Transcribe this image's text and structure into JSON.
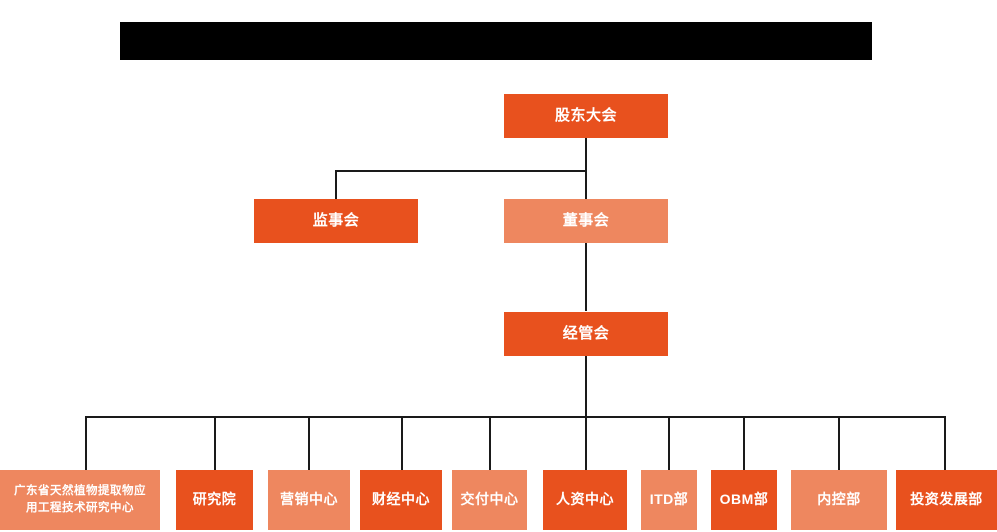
{
  "chart": {
    "type": "org-chart",
    "title_bar": {
      "name": "header-banner",
      "text": "",
      "color": "#000000"
    },
    "colors": {
      "dark_orange": "#e8511e",
      "light_orange": "#ee875f",
      "connector": "#1a1a1a",
      "text": "#ffffff",
      "background": "#ffffff"
    },
    "levels": [
      {
        "level": 1,
        "nodes": [
          {
            "id": "shareholders-meeting",
            "label": "股东大会",
            "tone": "dark"
          }
        ]
      },
      {
        "level": 2,
        "nodes": [
          {
            "id": "board-of-supervisors",
            "label": "监事会",
            "tone": "dark"
          },
          {
            "id": "board-of-directors",
            "label": "董事会",
            "tone": "light"
          }
        ]
      },
      {
        "level": 3,
        "nodes": [
          {
            "id": "management-committee",
            "label": "经管会",
            "tone": "dark"
          }
        ]
      },
      {
        "level": 4,
        "nodes": [
          {
            "id": "engineering-research-center",
            "label": "广东省天然植物提取物应\n用工程技术研究中心",
            "tone": "light"
          },
          {
            "id": "research-institute",
            "label": "研究院",
            "tone": "dark"
          },
          {
            "id": "marketing-center",
            "label": "营销中心",
            "tone": "light"
          },
          {
            "id": "finance-center",
            "label": "财经中心",
            "tone": "dark"
          },
          {
            "id": "delivery-center",
            "label": "交付中心",
            "tone": "light"
          },
          {
            "id": "hr-center",
            "label": "人资中心",
            "tone": "dark"
          },
          {
            "id": "itd-department",
            "label": "ITD部",
            "tone": "light"
          },
          {
            "id": "obm-department",
            "label": "OBM部",
            "tone": "dark"
          },
          {
            "id": "internal-control-department",
            "label": "内控部",
            "tone": "light"
          },
          {
            "id": "investment-development-department",
            "label": "投资发展部",
            "tone": "dark"
          }
        ]
      }
    ]
  }
}
